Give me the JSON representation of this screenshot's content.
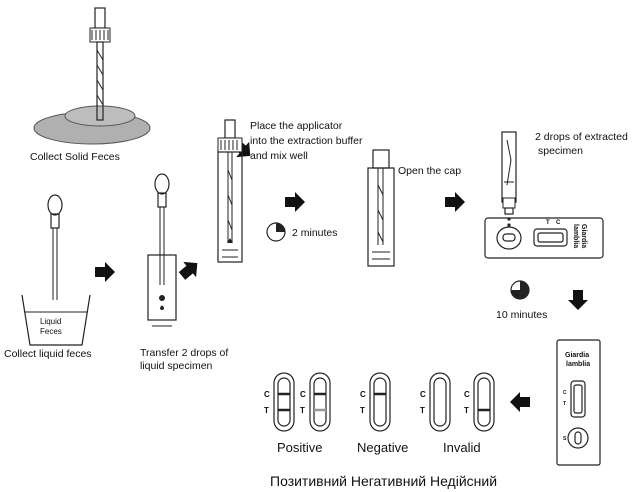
{
  "steps": {
    "solid": "Collect Solid Feces",
    "liquid_beaker": [
      "Liquid",
      "Feces"
    ],
    "liquid": "Collect liquid feces",
    "transfer": [
      "Transfer 2 drops of",
      "liquid specimen"
    ],
    "place": [
      "Place the applicator",
      "into the extraction buffer",
      "and mix well"
    ],
    "timer1": "2 minutes",
    "open": "Open the cap",
    "drops": [
      "2 drops of extracted",
      "specimen"
    ],
    "timer2": "10 minutes",
    "cassette_label": [
      "Giardia",
      "lamblia"
    ],
    "cassette_marks": {
      "c": "C",
      "t": "T",
      "s": "S"
    }
  },
  "results": {
    "c_label": "C",
    "t_label": "T",
    "positive": "Positive",
    "negative": "Negative",
    "invalid": "Invalid",
    "ukrainian": "Позитивний Негативний Недійсний"
  },
  "colors": {
    "ink": "#222222",
    "feces": "#b0b0b0",
    "faint_line": "#999999"
  }
}
